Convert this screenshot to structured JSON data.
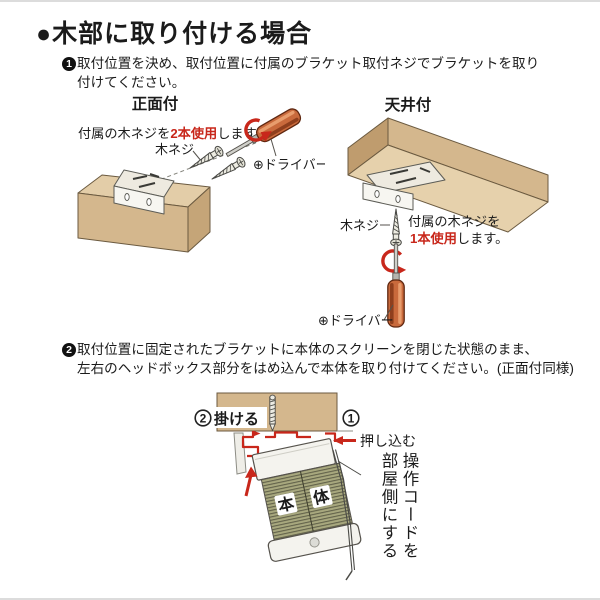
{
  "title": {
    "bullet": "●",
    "text": "木部に取り付ける場合"
  },
  "step1": {
    "num": "1",
    "line1": "取付位置を決め、取付位置に付属のブラケット取付ネジでブラケットを取り",
    "line2": "付けてください。"
  },
  "step2": {
    "num": "2",
    "line1": "取付位置に固定されたブラケットに本体のスクリーンを閉じた状態のまま、",
    "line2": "左右のヘッドボックス部分をはめ込んで本体を取り付けてください。(正面付同様)"
  },
  "front_mount": {
    "heading": "正面付",
    "note_prefix": "付属の木ネジを",
    "note_highlight": "2本使用",
    "note_suffix": "します。",
    "screw_label": "木ネジ",
    "driver_label": "⊕ドライバー"
  },
  "ceiling_mount": {
    "heading": "天井付",
    "screw_label": "木ネジ",
    "note_prefix": "付属の木ネジを",
    "note_highlight": "1本使用",
    "note_suffix": "します。",
    "driver_label": "⊕ドライバー"
  },
  "install": {
    "hang_num": "2",
    "hang_label": "掛ける",
    "push_num": "1",
    "push_label": "押し込む",
    "body_char1": "本",
    "body_char2": "体",
    "cord_note_line1": "操作コードを",
    "cord_note_line2": "部屋側にする"
  },
  "colors": {
    "accent_red": "#c8271b",
    "wood_front": "#d4b78d",
    "wood_top": "#e3cda8",
    "wood_side": "#c5a578",
    "screen_olive": "#a8a87e",
    "screen_stripe": "#62624a",
    "driver_handle": "#c96a3c",
    "metal_white": "#f5f4ef"
  }
}
